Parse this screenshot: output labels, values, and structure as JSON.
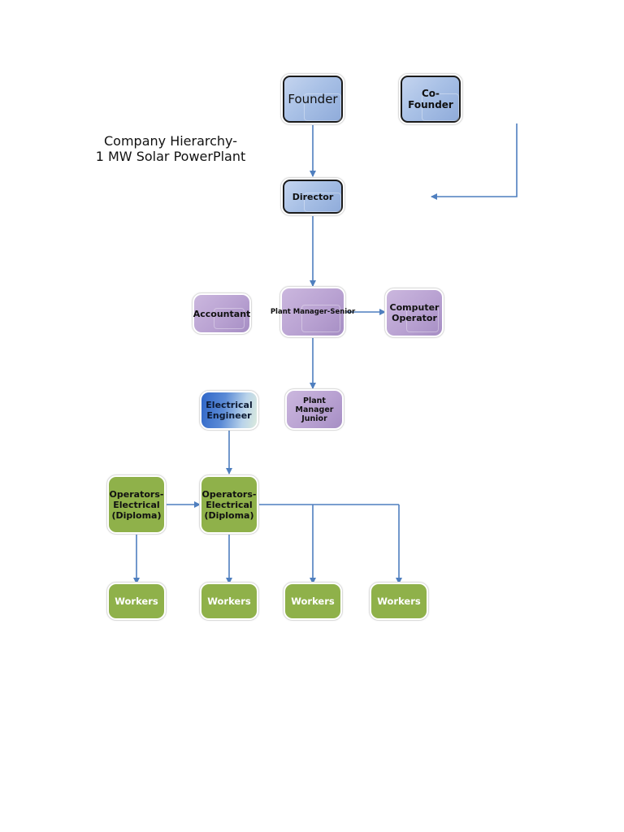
{
  "title": {
    "line1": "Company Hierarchy-",
    "line2": "1 MW Solar PowerPlant"
  },
  "colors": {
    "connector": "#4f7fbf",
    "blue_box": "#a9c1e6",
    "purple_box": "#b9a2d2",
    "green_box": "#8fb14a"
  },
  "nodes": {
    "founder": "Founder",
    "cofounder": "Co-\nFounder",
    "director": "Director",
    "accountant": "Accountant",
    "plant_manager_senior": "Plant Manager-Senior",
    "computer_operator": "Computer\nOperator",
    "plant_manager_junior": "Plant\nManager\nJunior",
    "electrical_engineer": "Electrical\nEngineer",
    "operators_left": "Operators-\nElectrical\n(Diploma)",
    "operators_mid": "Operators-\nElectrical\n(Diploma)",
    "workers_1": "Workers",
    "workers_2": "Workers",
    "workers_3": "Workers",
    "workers_4": "Workers"
  }
}
